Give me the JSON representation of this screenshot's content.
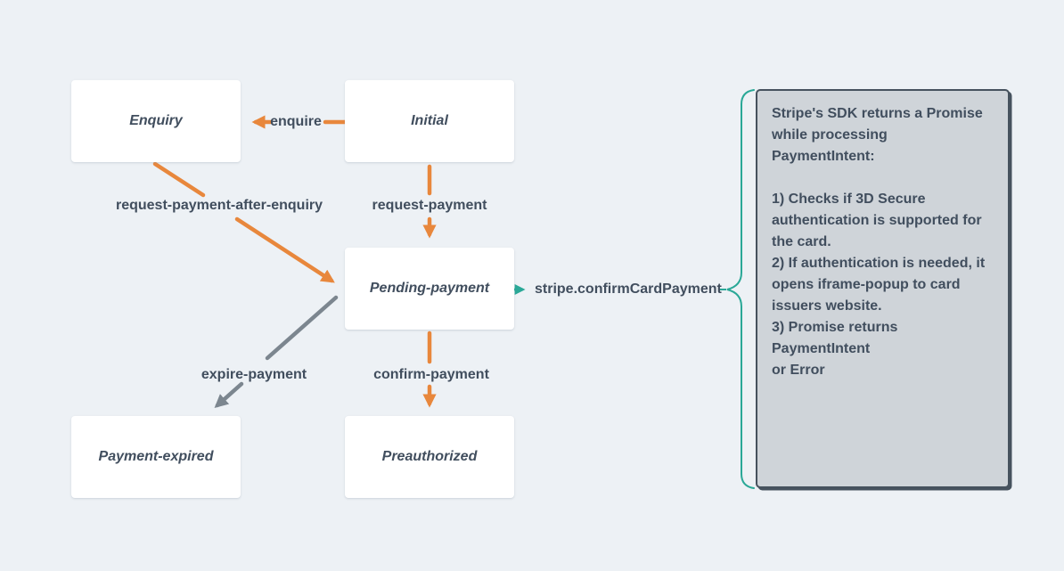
{
  "colors": {
    "background": "#EDF1F5",
    "state_bg": "#FFFFFF",
    "text": "#414E5E",
    "orange": "#E8873C",
    "gray": "#7C868F",
    "teal": "#2AA897",
    "note_bg": "#CFD4D9",
    "note_border": "#46525E"
  },
  "states": {
    "enquiry": {
      "label": "Enquiry"
    },
    "initial": {
      "label": "Initial"
    },
    "pending_payment": {
      "label": "Pending-payment"
    },
    "payment_expired": {
      "label": "Payment-expired"
    },
    "preauthorized": {
      "label": "Preauthorized"
    }
  },
  "transitions": {
    "enquire": {
      "label": "enquire",
      "from": "Initial",
      "to": "Enquiry",
      "color": "orange"
    },
    "request_payment": {
      "label": "request-payment",
      "from": "Initial",
      "to": "Pending-payment",
      "color": "orange"
    },
    "request_payment_after_enquiry": {
      "label": "request-payment-after-enquiry",
      "from": "Enquiry",
      "to": "Pending-payment",
      "color": "orange"
    },
    "expire_payment": {
      "label": "expire-payment",
      "from": "Pending-payment",
      "to": "Payment-expired",
      "color": "gray"
    },
    "confirm_payment": {
      "label": "confirm-payment",
      "from": "Pending-payment",
      "to": "Preauthorized",
      "color": "orange"
    }
  },
  "callout": {
    "label": "stripe.confirmCardPayment"
  },
  "note": {
    "text": "Stripe's SDK returns a Promise\nwhile processing PaymentIntent:\n\n1) Checks if 3D Secure\nauthentication is supported for\nthe card.\n2) If authentication is needed, it\nopens iframe-popup to card\nissuers website.\n3) Promise returns PaymentIntent\nor Error"
  }
}
